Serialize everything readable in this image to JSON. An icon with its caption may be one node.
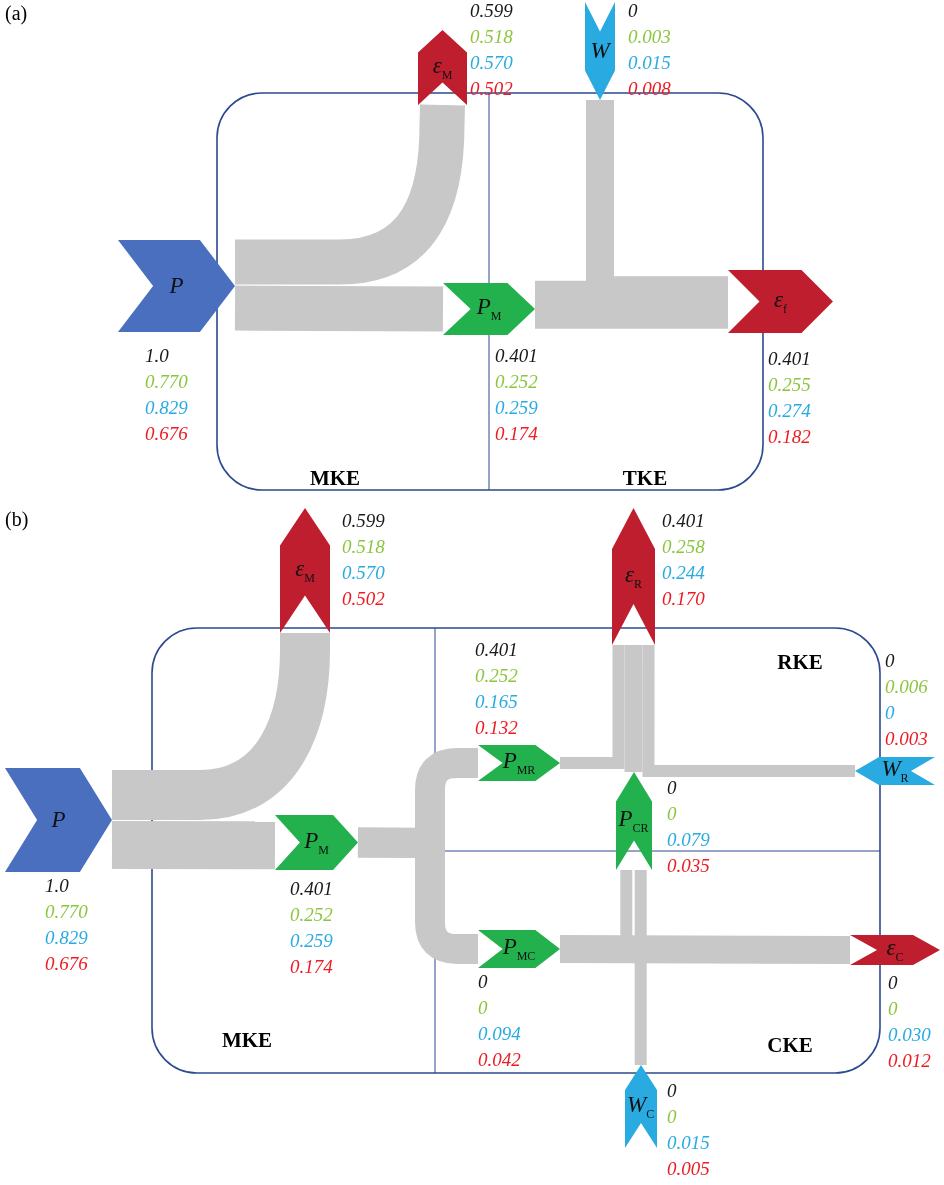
{
  "diagram": {
    "nodes": [
      {
        "text": [
          "P"
        ],
        "beside": [
          "1.0",
          "0.770",
          "0.829",
          "0.676"
        ]
      },
      {
        "text": [
          "ε$_{M}$"
        ],
        "beside": [
          "0.599",
          "0.518",
          "0.570",
          "0.502"
        ]
      },
      {
        "text": [
          "W"
        ],
        "beside": [
          "0",
          "0.003",
          "0.015",
          "0.008"
        ]
      },
      {
        "text": [
          "P$_{M}$"
        ],
        "beside": [
          "0.401",
          "0.252",
          "0.259",
          "0.174"
        ]
      },
      {
        "text": [
          "ε$_{f}$"
        ],
        "beside": [
          "0.401",
          "0.255",
          "0.274",
          "0.182"
        ]
      },
      {
        "text": [
          "P"
        ],
        "beside": [
          "1.0",
          "0.770",
          "0.829",
          "0.676"
        ]
      },
      {
        "text": [
          "ε$_{M}$"
        ],
        "beside": [
          "0.599",
          "0.518",
          "0.570",
          "0.502"
        ]
      },
      {
        "text": [
          "ε$_{R}$"
        ],
        "beside": [
          "0.401",
          "0.258",
          "0.244",
          "0.170"
        ]
      },
      {
        "text": [
          "P$_{M}$"
        ],
        "beside": [
          "0.401",
          "0.252",
          "0.259",
          "0.174"
        ]
      },
      {
        "text": [
          "P$_{MR}$"
        ],
        "beside": [
          "0.401",
          "0.252",
          "0.165",
          "0.132"
        ]
      },
      {
        "text": [
          "W$_{R}$"
        ],
        "beside": [
          "0",
          "0.006",
          "0",
          "0.003"
        ]
      },
      {
        "text": [
          "P$_{CR}$"
        ],
        "beside": [
          "0",
          "0",
          "0.079",
          "0.035"
        ]
      },
      {
        "text": [
          "P$_{MC}$"
        ],
        "beside": [
          "0",
          "0",
          "0.094",
          "0.042"
        ]
      },
      {
        "text": [
          "ε$_{C}$"
        ],
        "beside": [
          "0",
          "0",
          "0.030",
          "0.012"
        ]
      },
      {
        "text": [
          "W$_{C}$"
        ],
        "beside": [
          "0",
          "0",
          "0.015",
          "0.005"
        ]
      }
    ],
    "edges": [
      {
        "from": 0,
        "to": 1,
        "arrow": "none"
      },
      {
        "from": 0,
        "to": 3,
        "arrow": "none"
      },
      {
        "from": 3,
        "to": 4,
        "arrow": "none"
      },
      {
        "from": 2,
        "to": 4,
        "arrow": "none"
      },
      {
        "from": 5,
        "to": 6,
        "arrow": "none"
      },
      {
        "from": 5,
        "to": 8,
        "arrow": "none"
      },
      {
        "from": 8,
        "to": 9,
        "arrow": "none"
      },
      {
        "from": 8,
        "to": 12,
        "arrow": "none"
      },
      {
        "from": 9,
        "to": 7,
        "arrow": "none"
      },
      {
        "from": 10,
        "to": 7,
        "arrow": "none"
      },
      {
        "from": 11,
        "to": 7,
        "arrow": "none"
      },
      {
        "from": 12,
        "to": 11,
        "arrow": "none"
      },
      {
        "from": 14,
        "to": 11,
        "arrow": "none"
      },
      {
        "from": 12,
        "to": 13,
        "arrow": "none"
      }
    ],
    "labels": [
      "(a)",
      "MKE",
      "TKE",
      "(b)",
      "RKE",
      "MKE",
      "CKE"
    ]
  }
}
